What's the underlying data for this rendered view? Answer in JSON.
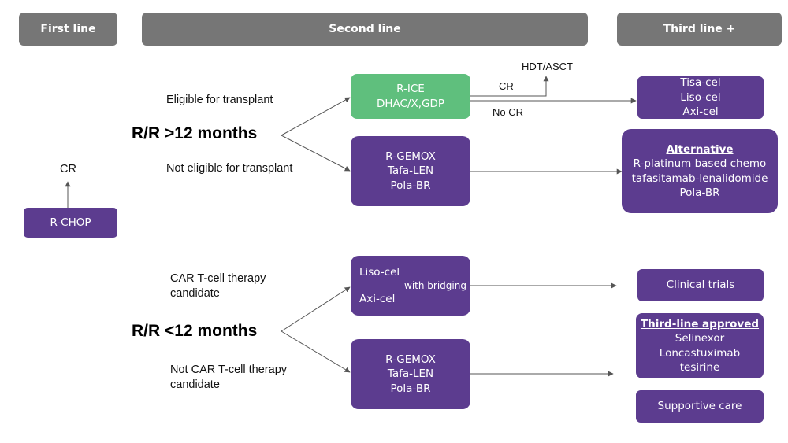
{
  "colors": {
    "header": "#767676",
    "purple": "#5c3c8f",
    "green": "#5fbf7d",
    "line": "#555555"
  },
  "headers": {
    "first_line": "First line",
    "second_line": "Second line",
    "third_line": "Third line +"
  },
  "first_line": {
    "cr_label": "CR",
    "rchop": "R-CHOP"
  },
  "groups": {
    "late": "R/R >12 months",
    "early": "R/R <12 months"
  },
  "conditions": {
    "eligible": "Eligible for transplant",
    "not_eligible": "Not eligible for transplant",
    "car_line1": "CAR T-cell therapy",
    "car_line2": "candidate",
    "not_car_line1": "Not CAR T-cell therapy",
    "not_car_line2": "candidate"
  },
  "second_line": {
    "rice": [
      "R-ICE",
      "DHAC/X,GDP"
    ],
    "rgemox_top": [
      "R-GEMOX",
      "Tafa-LEN",
      "Pola-BR"
    ],
    "liso": "Liso-cel",
    "axi": "Axi-cel",
    "with_bridging": "with bridging",
    "rgemox_bottom": [
      "R-GEMOX",
      "Tafa-LEN",
      "Pola-BR"
    ]
  },
  "outcomes": {
    "hdt_asct": "HDT/ASCT",
    "cr": "CR",
    "no_cr": "No CR"
  },
  "third_line": {
    "car_t": [
      "Tisa-cel",
      "Liso-cel",
      "Axi-cel"
    ],
    "alternative_heading": "Alternative",
    "alternative_items": [
      "R-platinum based chemo",
      "tafasitamab-lenalidomide",
      "Pola-BR"
    ],
    "clinical_trials": "Clinical trials",
    "approved_heading": "Third-line approved",
    "approved_items": [
      "Selinexor",
      "Loncastuximab",
      "tesirine"
    ],
    "supportive_care": "Supportive care"
  }
}
